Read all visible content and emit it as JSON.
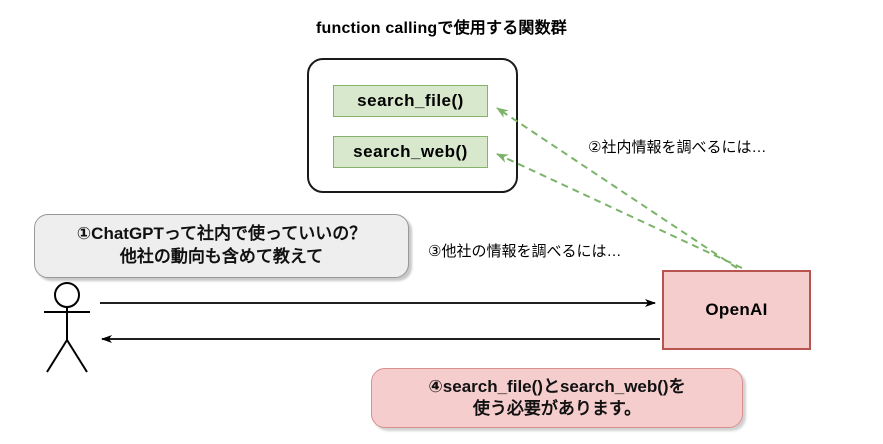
{
  "diagram": {
    "title": "function callingで使用する関数群",
    "type": "sequence-flow-diagram"
  },
  "function_group": {
    "items": [
      {
        "label": "search_file()",
        "icon": "function-box"
      },
      {
        "label": "search_web()",
        "icon": "function-box"
      }
    ]
  },
  "actors": {
    "user": {
      "icon": "stick-figure-person",
      "label": ""
    },
    "service": {
      "label": "OpenAI"
    }
  },
  "bubbles": {
    "user_question": {
      "line1": "①ChatGPTって社内で使っていいの？",
      "line2": "他社の動向も含めて教えて"
    },
    "assistant_answer": {
      "line1": "④search_file()とsearch_web()を",
      "line2": "使う必要があります。"
    }
  },
  "annotations": {
    "internal_info": "②社内情報を調べるには…",
    "external_info": "③他社の情報を調べるには…"
  },
  "colors": {
    "function_fill": "#d8e8cd",
    "function_border": "#86b36a",
    "openai_fill": "#f5cdcd",
    "openai_border": "#b85450",
    "user_bubble_fill": "#eeeeee",
    "user_bubble_border": "#999999",
    "answer_bubble_fill": "#f5cdcd",
    "answer_bubble_border": "#d98f8f",
    "dashed_arrow": "#7cb36a",
    "solid_arrow": "#000000"
  }
}
